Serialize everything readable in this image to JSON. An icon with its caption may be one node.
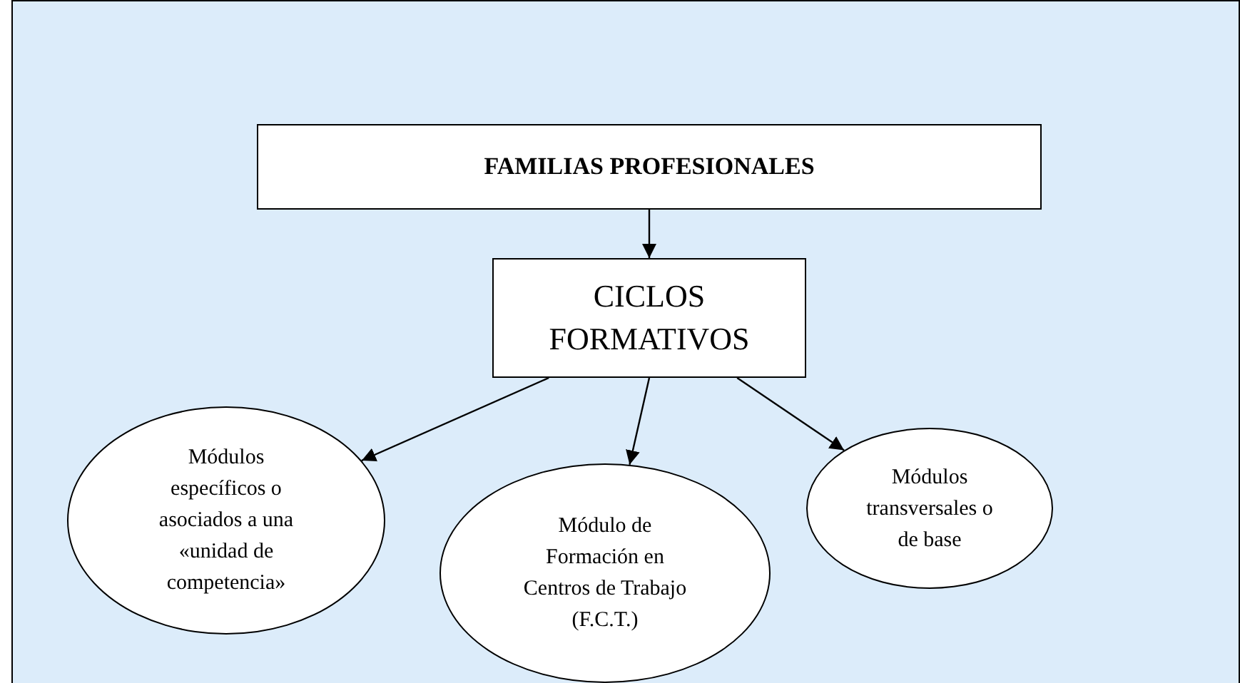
{
  "diagram": {
    "nodes": [
      {
        "text": [
          "FAMILIAS PROFESIONALES"
        ]
      },
      {
        "text": [
          "CICLOS FORMATIVOS"
        ]
      },
      {
        "text": [
          "Módulos específicos o asociados a una «unidad de competencia»"
        ]
      },
      {
        "text": [
          "Módulo de Formación en Centros de Trabajo (F.C.T.)"
        ]
      },
      {
        "text": [
          "Módulos transversales o de base"
        ]
      }
    ],
    "edges": [
      {
        "from": 0,
        "to": 1,
        "arrow": "to"
      },
      {
        "from": 1,
        "to": 2,
        "arrow": "to"
      },
      {
        "from": 1,
        "to": 3,
        "arrow": "to"
      },
      {
        "from": 1,
        "to": 4,
        "arrow": "to"
      }
    ]
  }
}
